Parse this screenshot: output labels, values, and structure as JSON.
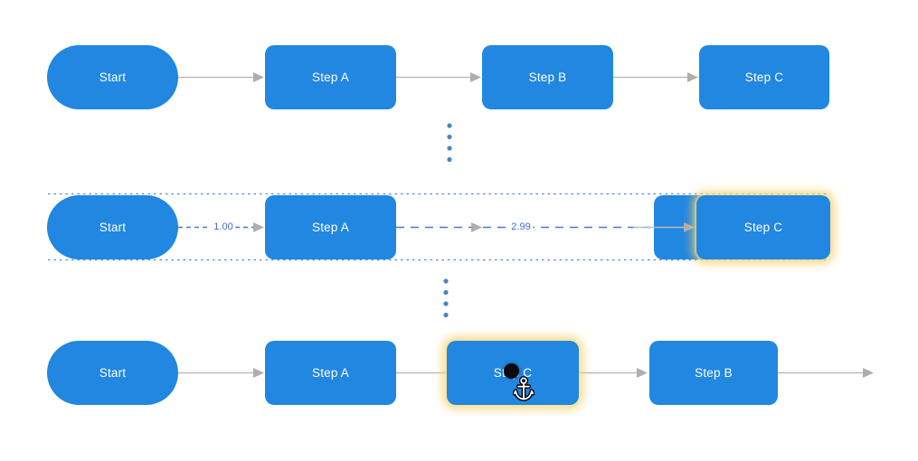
{
  "canvas": {
    "background": "#ffffff"
  },
  "colors": {
    "node_fill": "#2187e0",
    "node_text": "#ffffff",
    "connector_gray": "#bdbdbd",
    "arrowhead_gray": "#aeaeae",
    "connector_blue": "#4a77d9",
    "edge_label_blue": "#3f6cd9",
    "guide_line_blue": "#4f86e8",
    "ellipsis_dot_blue": "#4d83c6",
    "drag_handle": "#0a0a0a"
  },
  "rows": [
    {
      "name": "flow-top",
      "nodes": [
        "Start",
        "Step A",
        "Step B",
        "Step C"
      ]
    },
    {
      "name": "flow-middle",
      "nodes": [
        "Start",
        "Step A",
        "Step C"
      ],
      "edge_labels": [
        "1.00",
        "2.99"
      ],
      "selected_node": "Step C"
    },
    {
      "name": "flow-bottom",
      "nodes": [
        "Start",
        "Step A",
        "Step C",
        "Step B"
      ],
      "selected_node": "Step C"
    }
  ],
  "icons": {
    "anchor_cursor": "anchor-cursor",
    "drag_handle": "endpoint-dot",
    "ellipsis": "vertical-ellipsis-dots"
  }
}
